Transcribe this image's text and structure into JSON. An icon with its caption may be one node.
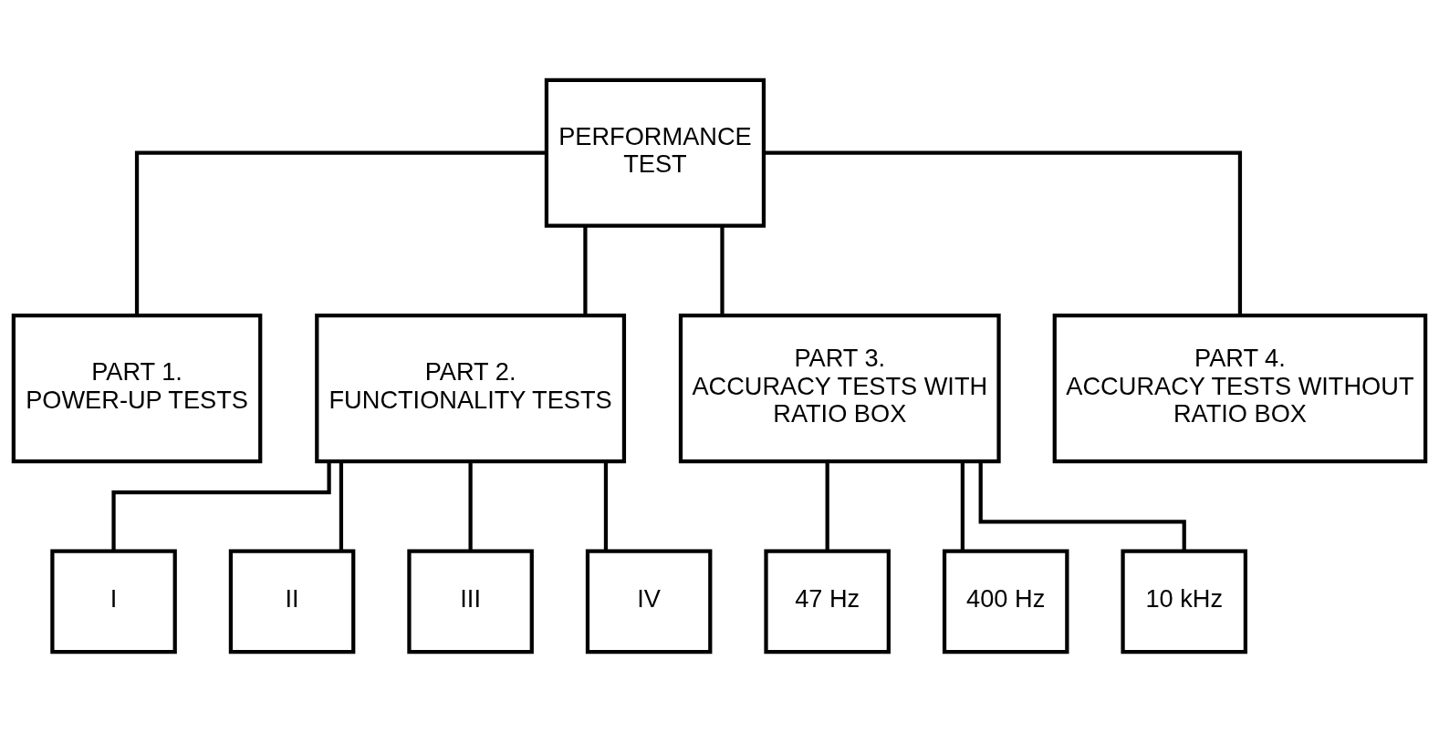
{
  "diagram": {
    "nodes": [
      {
        "text": [
          "PERFORMANCE TEST"
        ]
      },
      {
        "text": [
          "PART 1. POWER-UP TESTS"
        ]
      },
      {
        "text": [
          "PART 2. FUNCTIONALITY TESTS"
        ]
      },
      {
        "text": [
          "PART 3. ACCURACY TESTS WITH RATIO BOX"
        ]
      },
      {
        "text": [
          "PART 4. ACCURACY TESTS WITHOUT RATIO BOX"
        ]
      },
      {
        "text": [
          "I"
        ]
      },
      {
        "text": [
          "II"
        ]
      },
      {
        "text": [
          "III"
        ]
      },
      {
        "text": [
          "IV"
        ]
      },
      {
        "text": [
          "47 Hz"
        ]
      },
      {
        "text": [
          "400 Hz"
        ]
      },
      {
        "text": [
          "10 kHz"
        ]
      }
    ],
    "edges": [
      {
        "from": 0,
        "to": 1,
        "arrow": "none"
      },
      {
        "from": 0,
        "to": 2,
        "arrow": "none"
      },
      {
        "from": 0,
        "to": 3,
        "arrow": "none"
      },
      {
        "from": 0,
        "to": 4,
        "arrow": "none"
      },
      {
        "from": 2,
        "to": 5,
        "arrow": "none"
      },
      {
        "from": 2,
        "to": 6,
        "arrow": "none"
      },
      {
        "from": 2,
        "to": 7,
        "arrow": "none"
      },
      {
        "from": 2,
        "to": 8,
        "arrow": "none"
      },
      {
        "from": 3,
        "to": 9,
        "arrow": "none"
      },
      {
        "from": 3,
        "to": 10,
        "arrow": "none"
      },
      {
        "from": 3,
        "to": 11,
        "arrow": "none"
      }
    ]
  }
}
